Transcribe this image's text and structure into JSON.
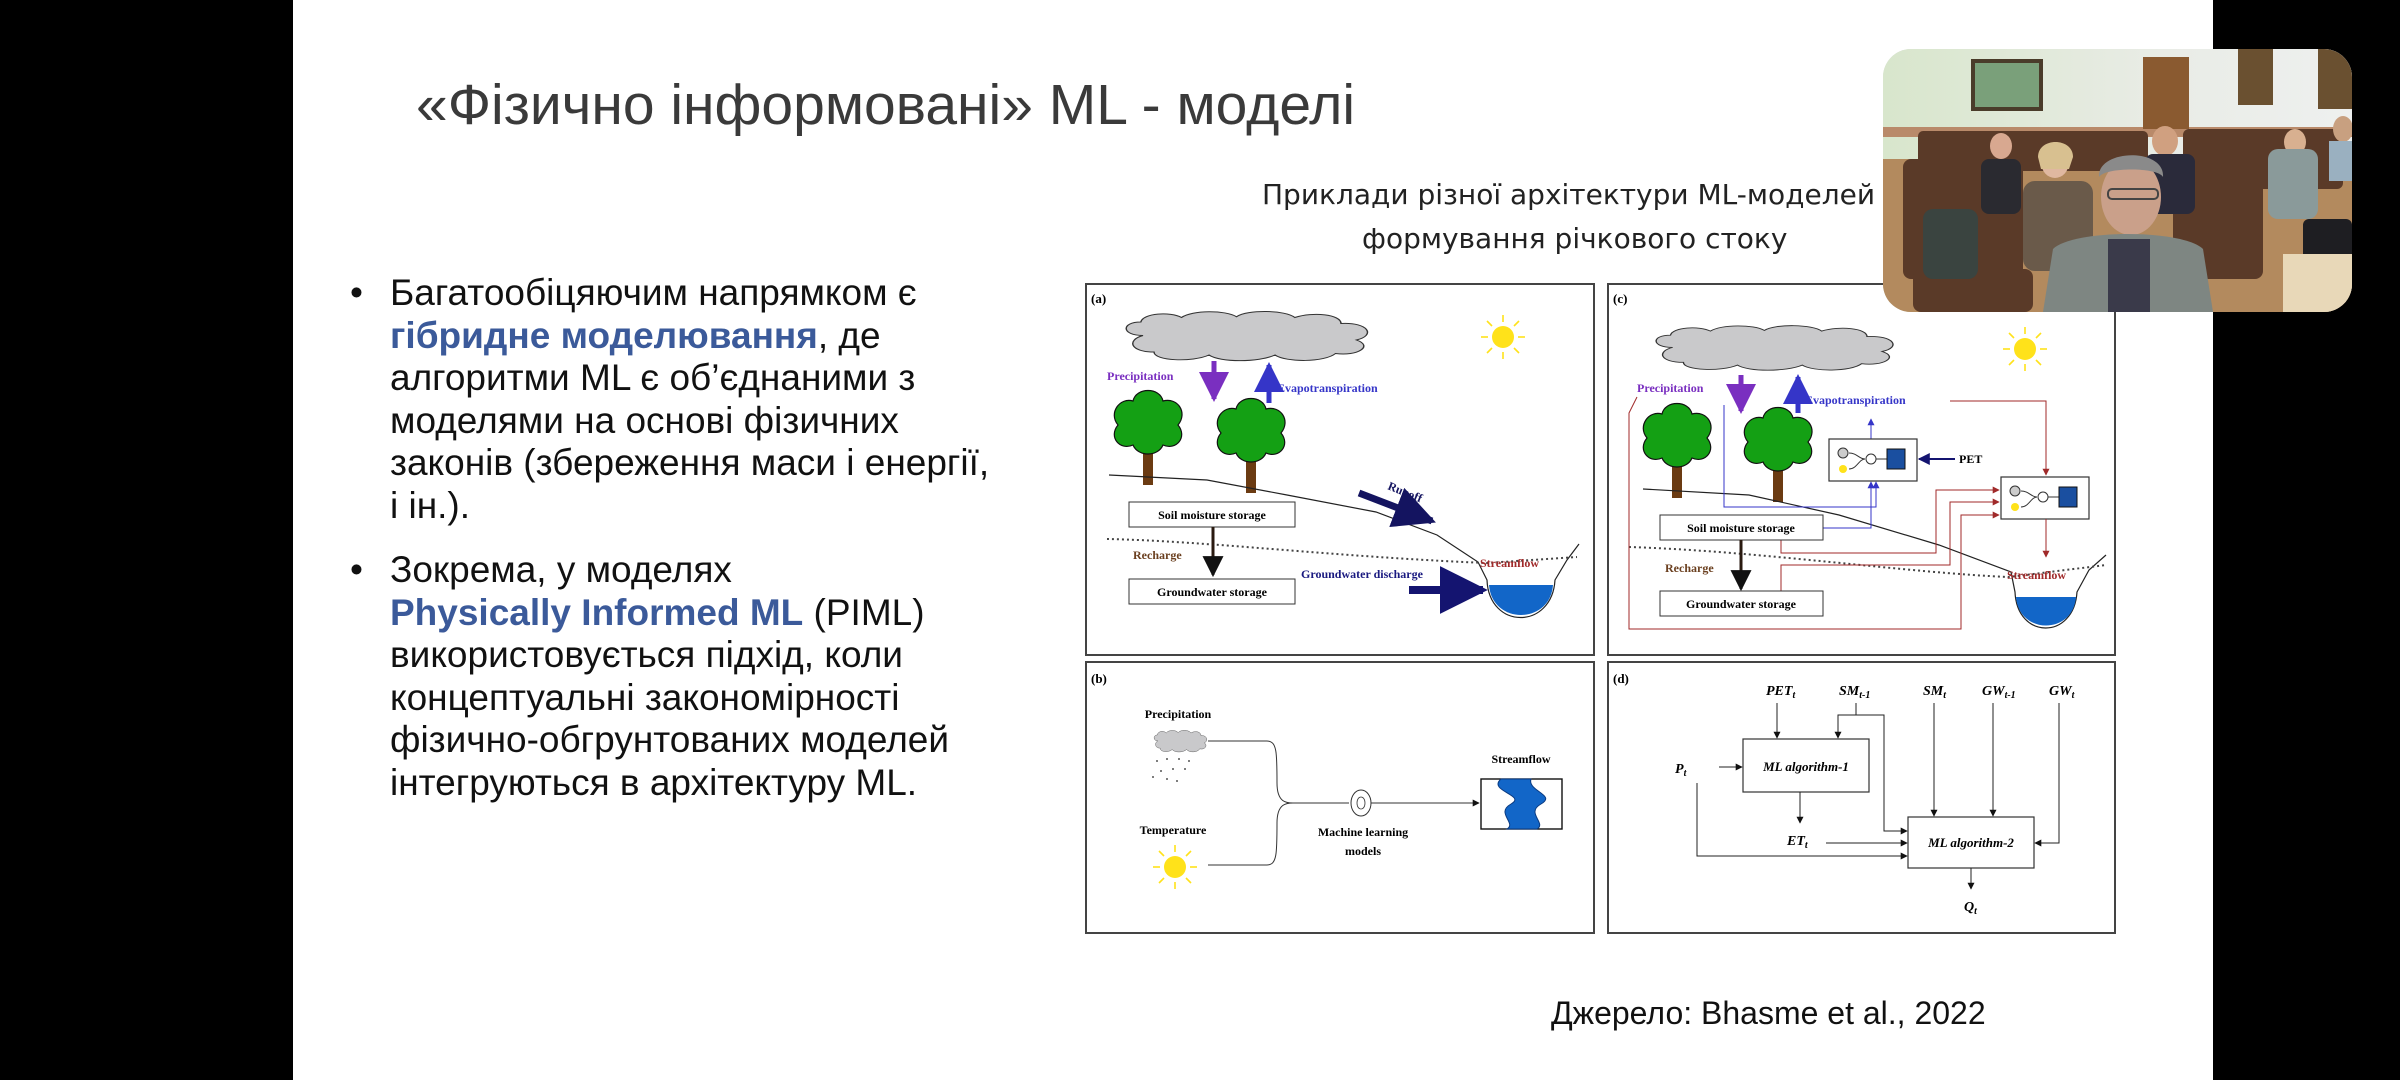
{
  "slide": {
    "title": "«Фізично інформовані» ML - моделі",
    "bullets": [
      {
        "lines": [
          "Багатообіцяючим напрямком є",
          [
            "гібридне моделювання",
            ", де"
          ],
          "алгоритми ML є об’єднаними з",
          "моделями на основі фізичних",
          "законів (збереження маси і енергії,",
          "і ін.)."
        ]
      },
      {
        "lines": [
          "Зокрема, у моделях",
          [
            "Physically Informed ML",
            " (PIML)"
          ],
          "використовується підхід, коли",
          "концептуальні закономірності",
          "фізично-обгрунтованих моделей",
          "інтегруються в архітектуру ML."
        ]
      }
    ],
    "caption_line1": "Приклади різної архітектури ML-моделей",
    "caption_line2": "формування річкового стоку",
    "source": "Джерело: Bhasme et al., 2022"
  },
  "figure": {
    "panel_a": {
      "label": "(a)",
      "precipitation": "Precipitation",
      "evapotranspiration": "Evapotranspiration",
      "runoff": "Runoff",
      "soil_moisture": "Soil moisture storage",
      "recharge": "Recharge",
      "groundwater": "Groundwater storage",
      "gw_discharge": "Groundwater discharge",
      "streamflow": "Streamflow"
    },
    "panel_b": {
      "label": "(b)",
      "precipitation": "Precipitation",
      "temperature": "Temperature",
      "ml_line1": "Machine learning",
      "ml_line2": "models",
      "streamflow": "Streamflow"
    },
    "panel_c": {
      "label": "(c)",
      "precipitation": "Precipitation",
      "evapotranspiration": "Evapotranspiration",
      "pet": "PET",
      "soil_moisture": "Soil moisture storage",
      "recharge": "Recharge",
      "groundwater": "Groundwater storage",
      "streamflow": "Streamflow"
    },
    "panel_d": {
      "label": "(d)",
      "pet": "PET",
      "sm": "SM",
      "gw": "GW",
      "sub_t": "t",
      "sub_t1": "t-1",
      "p": "P",
      "et": "ET",
      "q": "Q",
      "ml1": "ML algorithm-1",
      "ml2": "ML algorithm-2"
    }
  },
  "colors": {
    "accent_blue": "#3b5a9a",
    "precip_purple": "#7a2fc0",
    "evap_blue": "#3535c8",
    "streamflow_red": "#a02a2a",
    "recharge_brown": "#6b4020",
    "water_blue": "#1266c8"
  }
}
